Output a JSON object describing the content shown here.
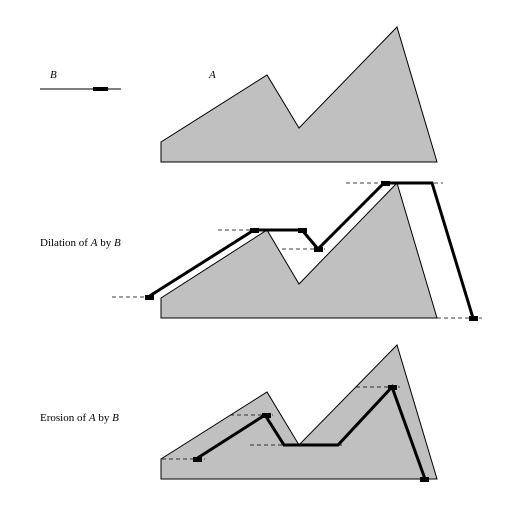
{
  "labels": {
    "structuring_element": "B",
    "shape": "A",
    "dilation": {
      "prefix": "Dilation of ",
      "a": "A",
      "mid": " by ",
      "b": "B"
    },
    "erosion": {
      "prefix": "Erosion of ",
      "a": "A",
      "mid": " by ",
      "b": "B"
    }
  },
  "colors": {
    "shape_fill": "#c0c0c0",
    "outline": "#000000",
    "trace": "#000000",
    "dashed_guide": "#000000"
  }
}
